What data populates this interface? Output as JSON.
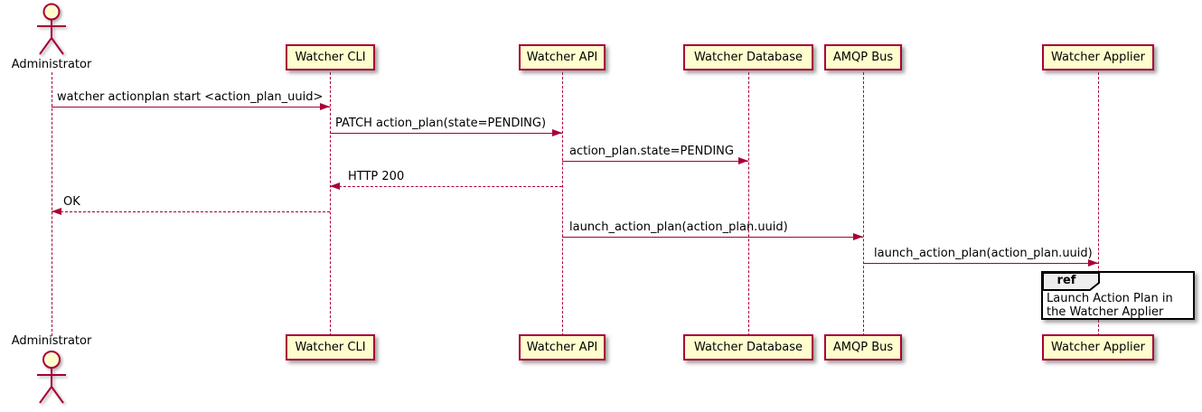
{
  "diagram": {
    "type": "plantuml-sequence",
    "colors": {
      "accent": "#A80036",
      "participant_fill": "#FEFECE",
      "ref_tab_fill": "#EEEEEE",
      "ref_border": "#000000",
      "background": "#FFFFFF"
    },
    "actor": {
      "name": "Administrator"
    },
    "participants": [
      {
        "label": "Watcher CLI"
      },
      {
        "label": "Watcher API"
      },
      {
        "label": "Watcher Database"
      },
      {
        "label": "AMQP Bus"
      },
      {
        "label": "Watcher Applier"
      }
    ],
    "messages": [
      {
        "from": "Administrator",
        "to": "Watcher CLI",
        "label": "watcher actionplan start <action_plan_uuid>",
        "line": "solid"
      },
      {
        "from": "Watcher CLI",
        "to": "Watcher API",
        "label": "PATCH action_plan(state=PENDING)",
        "line": "solid"
      },
      {
        "from": "Watcher API",
        "to": "Watcher Database",
        "label": "action_plan.state=PENDING",
        "line": "solid"
      },
      {
        "from": "Watcher API",
        "to": "Watcher CLI",
        "label": "HTTP 200",
        "line": "dashed"
      },
      {
        "from": "Watcher CLI",
        "to": "Administrator",
        "label": "OK",
        "line": "dashed"
      },
      {
        "from": "Watcher API",
        "to": "AMQP Bus",
        "label": "launch_action_plan(action_plan.uuid)",
        "line": "solid"
      },
      {
        "from": "AMQP Bus",
        "to": "Watcher Applier",
        "label": "launch_action_plan(action_plan.uuid)",
        "line": "solid"
      }
    ],
    "ref_fragment": {
      "keyword": "ref",
      "text": "Launch Action Plan in the Watcher Applier"
    }
  }
}
